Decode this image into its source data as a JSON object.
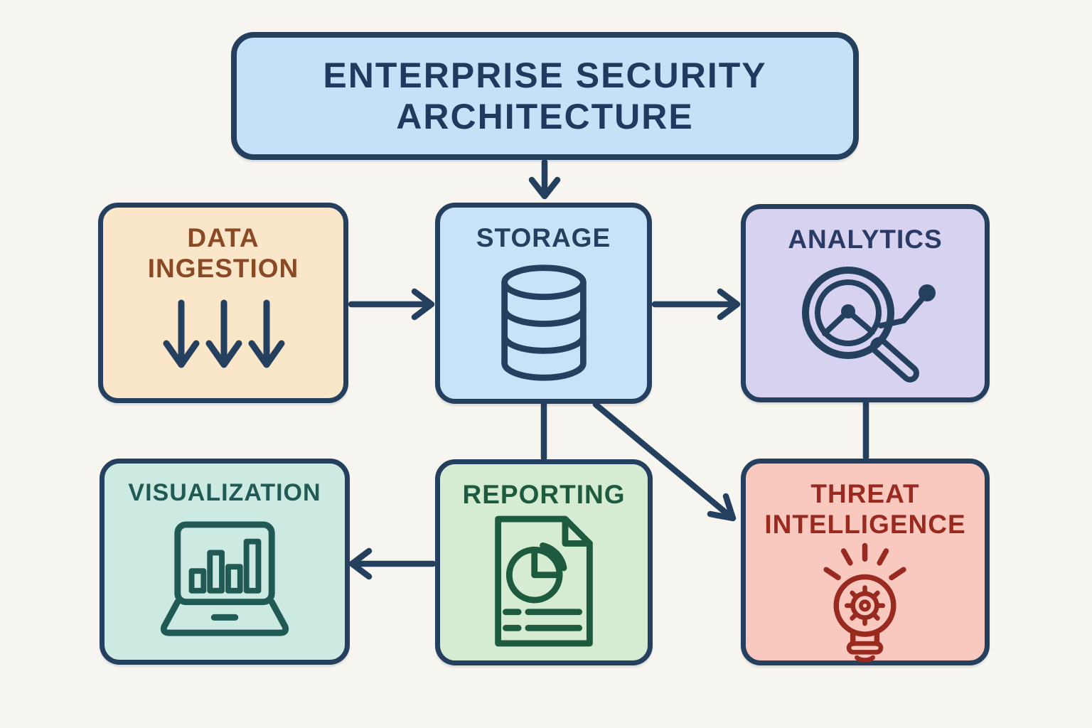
{
  "title": {
    "label": "ENTERPRISE SECURITY ARCHITECTURE"
  },
  "nodes": [
    {
      "id": "data-ingestion",
      "label": "DATA INGESTION",
      "icon": "down-arrows-icon"
    },
    {
      "id": "storage",
      "label": "STORAGE",
      "icon": "database-icon"
    },
    {
      "id": "analytics",
      "label": "ANALYTICS",
      "icon": "magnifier-trend-icon"
    },
    {
      "id": "visualization",
      "label": "VISUALIZATION",
      "icon": "laptop-bar-chart-icon"
    },
    {
      "id": "reporting",
      "label": "REPORTING",
      "icon": "report-document-icon"
    },
    {
      "id": "threat-intelligence",
      "label": "THREAT INTELLIGENCE",
      "icon": "lightbulb-gear-icon"
    }
  ],
  "edges": [
    {
      "from": "title",
      "to": "storage",
      "direction": "down",
      "arrowhead": true
    },
    {
      "from": "data-ingestion",
      "to": "storage",
      "direction": "right",
      "arrowhead": true
    },
    {
      "from": "storage",
      "to": "analytics",
      "direction": "right",
      "arrowhead": true
    },
    {
      "from": "storage",
      "to": "reporting",
      "direction": "down",
      "arrowhead": false
    },
    {
      "from": "storage",
      "to": "threat-intelligence",
      "direction": "diagonal-down-right",
      "arrowhead": true
    },
    {
      "from": "analytics",
      "to": "threat-intelligence",
      "direction": "down",
      "arrowhead": false
    },
    {
      "from": "reporting",
      "to": "visualization",
      "direction": "left",
      "arrowhead": true
    }
  ],
  "colors": {
    "background": "#F7F5EF",
    "line": "#24405E",
    "title-fill": "#C5E1F7",
    "title-text": "#1F3A5E",
    "ingestion-fill": "#FAE6C8",
    "ingestion-text": "#8B4A26",
    "storage-fill": "#C8E3F7",
    "storage-text": "#24405E",
    "analytics-fill": "#D6D2EF",
    "analytics-text": "#2B3A64",
    "visualization-fill": "#CCEAE2",
    "visualization-text": "#215955",
    "reporting-fill": "#D5ECD3",
    "reporting-text": "#1E5B3E",
    "threat-fill": "#F9C9BF",
    "threat-text": "#992A20"
  }
}
